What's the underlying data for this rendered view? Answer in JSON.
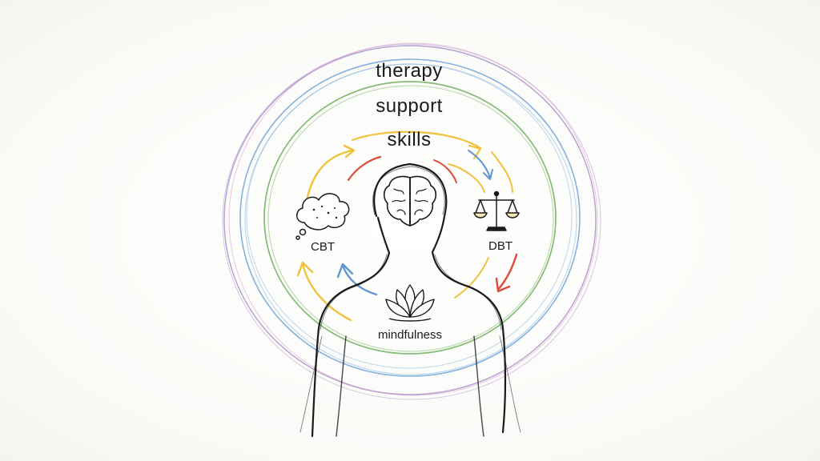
{
  "rings": {
    "outer_label": "therapy",
    "middle_label": "support",
    "inner_label": "skills"
  },
  "methods": {
    "left_label": "CBT",
    "right_label": "DBT",
    "center_label": "mindfulness"
  },
  "colors": {
    "purple_ring": "#9b7fc2",
    "blue_ring": "#6fa3d8",
    "green_ring": "#6db05a",
    "pink_ring": "#d98fc0",
    "yellow_arrow": "#f0c23a",
    "red_arrow": "#e04a3a",
    "blue_arrow": "#5e95d6",
    "ink": "#1a1a1a"
  },
  "icons": {
    "left": "thought-cloud-icon",
    "right": "balance-scale-icon",
    "center": "lotus-icon",
    "head": "brain-icon"
  }
}
